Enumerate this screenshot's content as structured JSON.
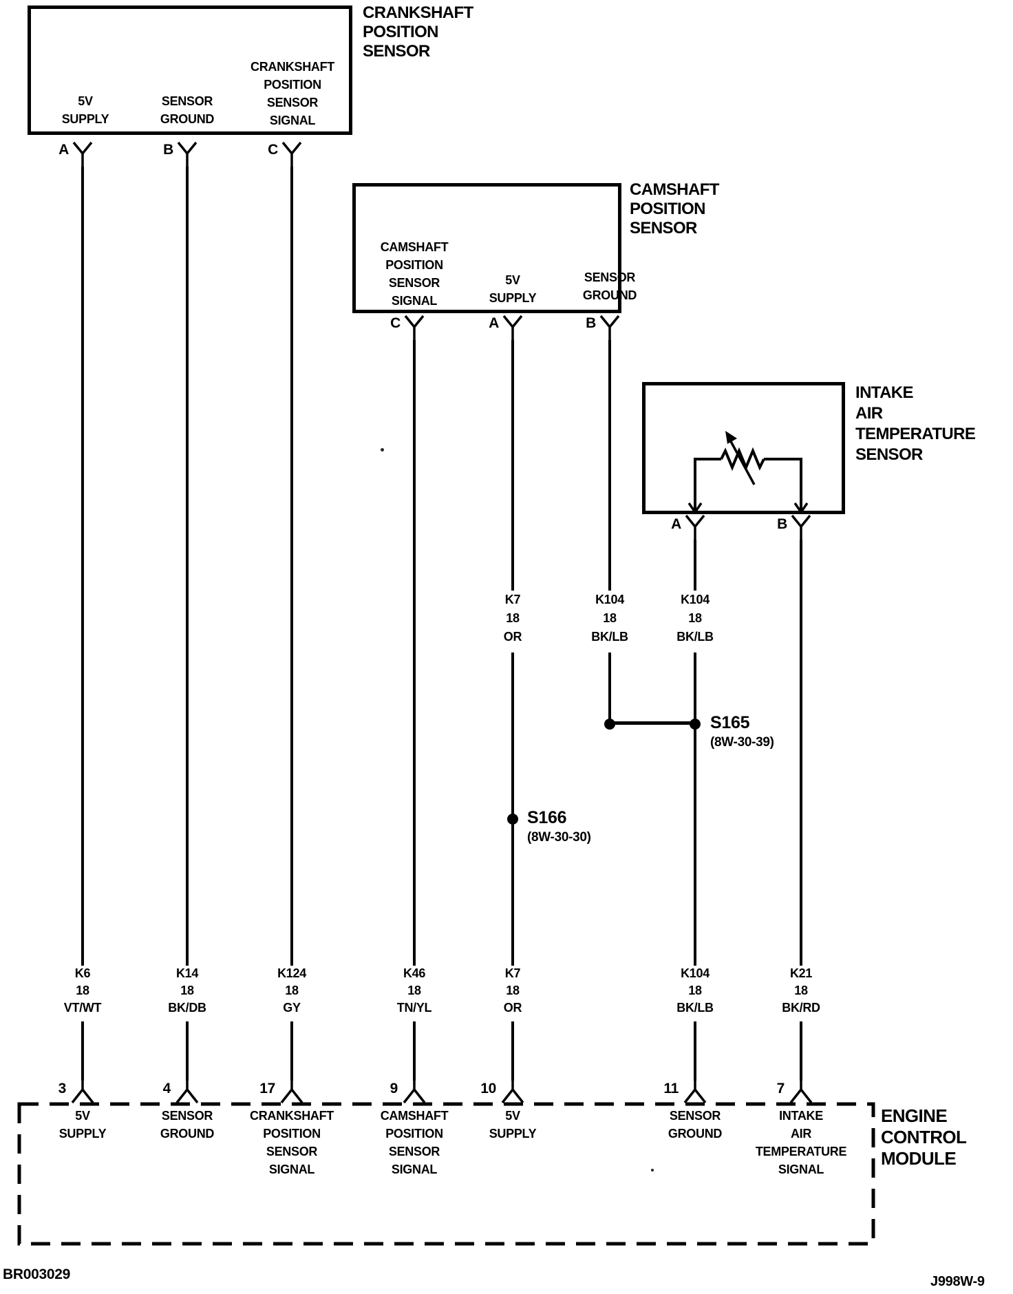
{
  "crankshaft_sensor": {
    "title": "CRANKSHAFT\nPOSITION\nSENSOR",
    "pins": [
      {
        "letter": "A",
        "label": "5V\nSUPPLY"
      },
      {
        "letter": "B",
        "label": "SENSOR\nGROUND"
      },
      {
        "letter": "C",
        "label": "CRANKSHAFT\nPOSITION\nSENSOR\nSIGNAL"
      }
    ]
  },
  "camshaft_sensor": {
    "title": "CAMSHAFT\nPOSITION\nSENSOR",
    "pins": [
      {
        "letter": "C",
        "label": "CAMSHAFT\nPOSITION\nSENSOR\nSIGNAL"
      },
      {
        "letter": "A",
        "label": "5V\nSUPPLY"
      },
      {
        "letter": "B",
        "label": "SENSOR\nGROUND"
      }
    ]
  },
  "iat_sensor": {
    "title": "INTAKE\nAIR\nTEMPERATURE\nSENSOR",
    "pins": [
      {
        "letter": "A"
      },
      {
        "letter": "B"
      }
    ]
  },
  "splices": [
    {
      "id": "S165",
      "ref": "(8W-30-39)"
    },
    {
      "id": "S166",
      "ref": "(8W-30-30)"
    }
  ],
  "mid_wire_labels": [
    "K7\n18\nOR",
    "K104\n18\nBK/LB",
    "K104\n18\nBK/LB"
  ],
  "bottom_wire_labels": [
    "K6\n18\nVT/WT",
    "K14\n18\nBK/DB",
    "K124\n18\nGY",
    "K46\n18\nTN/YL",
    "K7\n18\nOR",
    "K104\n18\nBK/LB",
    "K21\n18\nBK/RD"
  ],
  "ecm": {
    "title": "ENGINE\nCONTROL\nMODULE",
    "pins": [
      {
        "number": "3",
        "label": "5V\nSUPPLY"
      },
      {
        "number": "4",
        "label": "SENSOR\nGROUND"
      },
      {
        "number": "17",
        "label": "CRANKSHAFT\nPOSITION\nSENSOR\nSIGNAL"
      },
      {
        "number": "9",
        "label": "CAMSHAFT\nPOSITION\nSENSOR\nSIGNAL"
      },
      {
        "number": "10",
        "label": "5V\nSUPPLY"
      },
      {
        "number": "11",
        "label": "SENSOR\nGROUND"
      },
      {
        "number": "7",
        "label": "INTAKE\nAIR\nTEMPERATURE\nSIGNAL"
      }
    ]
  },
  "footer": {
    "left": "BR003029",
    "right": "J998W-9"
  }
}
